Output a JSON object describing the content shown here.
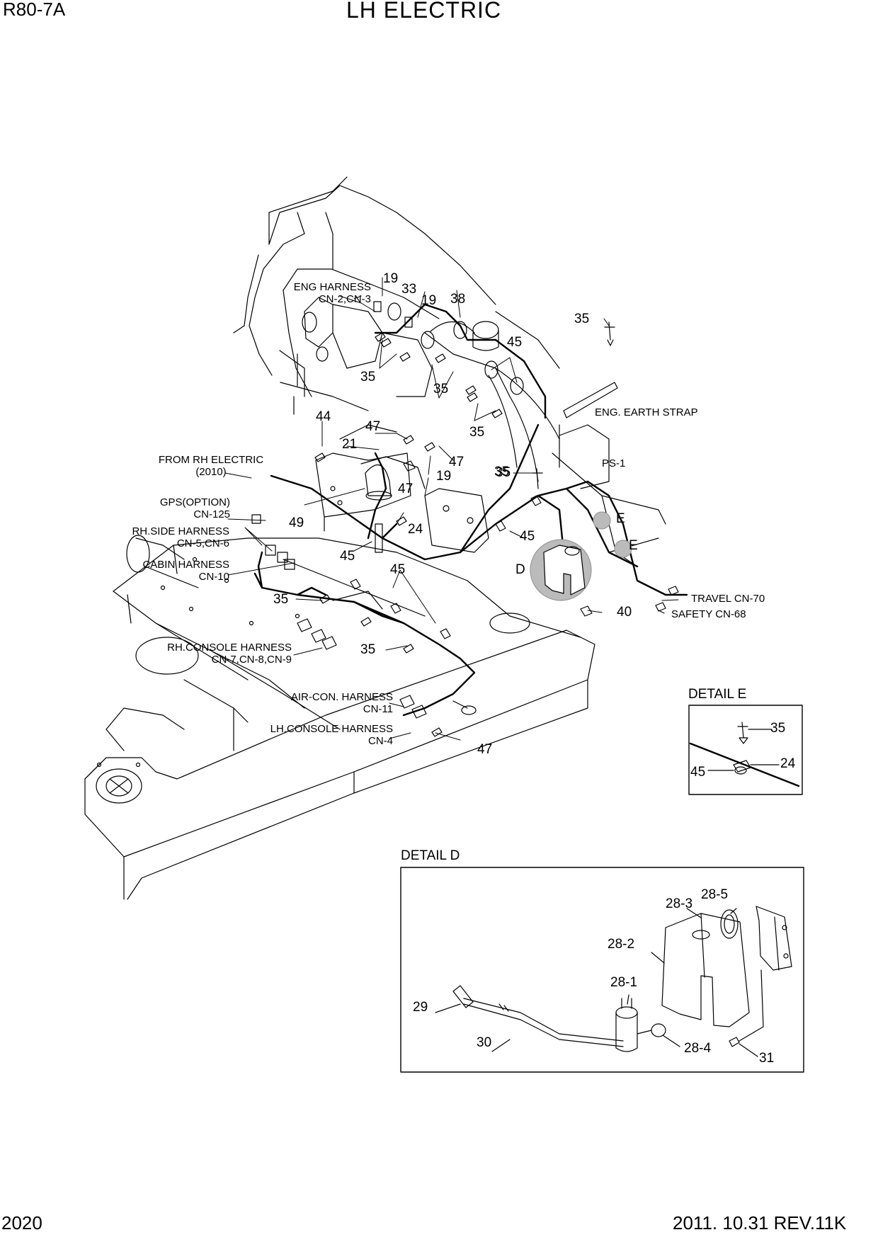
{
  "header": {
    "model": "R80-7A",
    "title": "LH ELECTRIC"
  },
  "footer": {
    "page_number": "2020",
    "revision": "2011. 10.31 REV.11K"
  },
  "labels": {
    "eng_harness": [
      "ENG HARNESS",
      "CN-2,CN-3"
    ],
    "eng_earth_strap": "ENG. EARTH STRAP",
    "from_rh_electric": [
      "FROM RH ELECTRIC",
      "(2010)"
    ],
    "gps_option": [
      "GPS(OPTION)",
      "CN-125"
    ],
    "rh_side_harness": [
      "RH.SIDE HARNESS",
      "CN-5,CN-6"
    ],
    "cabin_harness": [
      "CABIN HARNESS",
      "CN-10"
    ],
    "rh_console_harness": [
      "RH.CONSOLE HARNESS",
      "CN-7,CN-8,CN-9"
    ],
    "aircon_harness": [
      "AIR-CON. HARNESS",
      "CN-11"
    ],
    "lh_console_harness": [
      "LH.CONSOLE HARNESS",
      "CN-4"
    ],
    "travel": "TRAVEL CN-70",
    "safety": "SAFETY CN-68",
    "ps1": "PS-1",
    "d_marker": "D",
    "e_marker": "E"
  },
  "callouts": {
    "main": [
      "19",
      "33",
      "19",
      "38",
      "35",
      "45",
      "35",
      "35",
      "35",
      "35",
      "44",
      "47",
      "21",
      "47",
      "19",
      "35",
      "47",
      "49",
      "24",
      "45",
      "45",
      "45",
      "35",
      "35",
      "40",
      "47"
    ]
  },
  "detail_e": {
    "title": "DETAIL E",
    "callouts": [
      "35",
      "24",
      "45"
    ]
  },
  "detail_d": {
    "title": "DETAIL D",
    "callouts": [
      "28-3",
      "28-5",
      "28-2",
      "28-1",
      "29",
      "30",
      "28-4",
      "31"
    ]
  }
}
